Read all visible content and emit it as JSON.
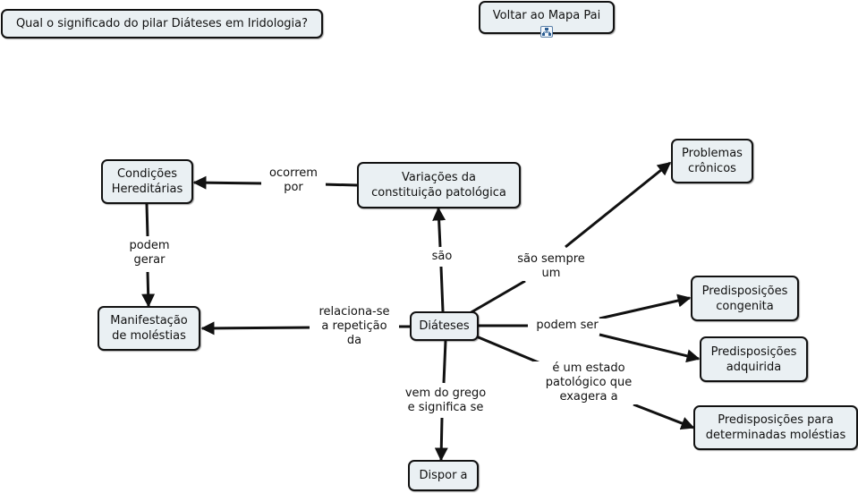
{
  "question": "Qual o significado do pilar Diáteses em Iridologia?",
  "back_link": "Voltar ao Mapa Pai",
  "icons": {
    "submap": "concept-map-icon"
  },
  "nodes": {
    "diateses": "Diáteses",
    "variacoes": "Variações da\nconstituição patológica",
    "condicoes": "Condições\nHereditárias",
    "manifestacao": "Manifestação\nde moléstias",
    "problemas": "Problemas\ncrônicos",
    "pred_congenita": "Predisposições\ncongenita",
    "pred_adquirida": "Predisposições\nadquirida",
    "pred_determinadas": "Predisposições para\ndeterminadas moléstias",
    "dispor": "Dispor a"
  },
  "links": {
    "ocorrem_por": "ocorrem\npor",
    "podem_gerar": "podem\ngerar",
    "sao": "são",
    "sao_sempre_um": "são sempre\num",
    "relaciona": "relaciona-se\na repetição\nda",
    "podem_ser": "podem ser",
    "estado": "é um estado\npatológico que\nexagera a",
    "vem_do_grego": "vem do grego\ne significa se"
  }
}
